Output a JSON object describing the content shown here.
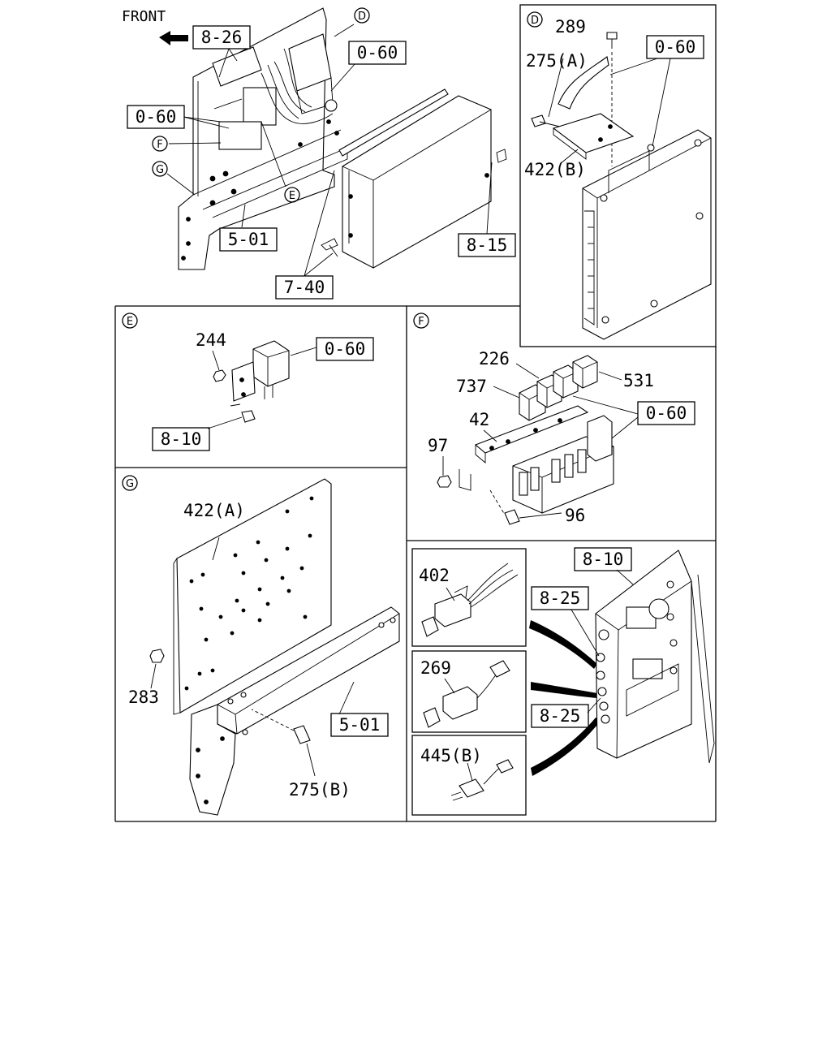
{
  "header": {
    "front_label": "FRONT"
  },
  "main_view": {
    "refs": {
      "r_826": "8-26",
      "r_060_top": "0-60",
      "r_060_left": "0-60",
      "r_501": "5-01",
      "r_815": "8-15",
      "r_740": "7-40"
    },
    "callouts": {
      "d": "D",
      "f": "F",
      "g": "G",
      "e": "E"
    }
  },
  "panel_d": {
    "title": "D",
    "labels": {
      "p289": "289",
      "p275a": "275(A)",
      "p422b": "422(B)"
    },
    "refs": {
      "r_060": "0-60"
    }
  },
  "panel_e": {
    "title": "E",
    "labels": {
      "p244": "244"
    },
    "refs": {
      "r_060": "0-60",
      "r_810": "8-10"
    }
  },
  "panel_f": {
    "title": "F",
    "labels": {
      "p226": "226",
      "p737": "737",
      "p531": "531",
      "p42": "42",
      "p97": "97",
      "p96": "96"
    },
    "refs": {
      "r_060": "0-60"
    }
  },
  "panel_g": {
    "title": "G",
    "labels": {
      "p422a": "422(A)",
      "p283": "283",
      "p275b": "275(B)"
    },
    "refs": {
      "r_501": "5-01"
    }
  },
  "panel_h": {
    "labels": {
      "p402": "402",
      "p269": "269",
      "p445b": "445(B)"
    },
    "refs": {
      "r_810": "8-10",
      "r_825_top": "8-25",
      "r_825_bottom": "8-25"
    }
  }
}
